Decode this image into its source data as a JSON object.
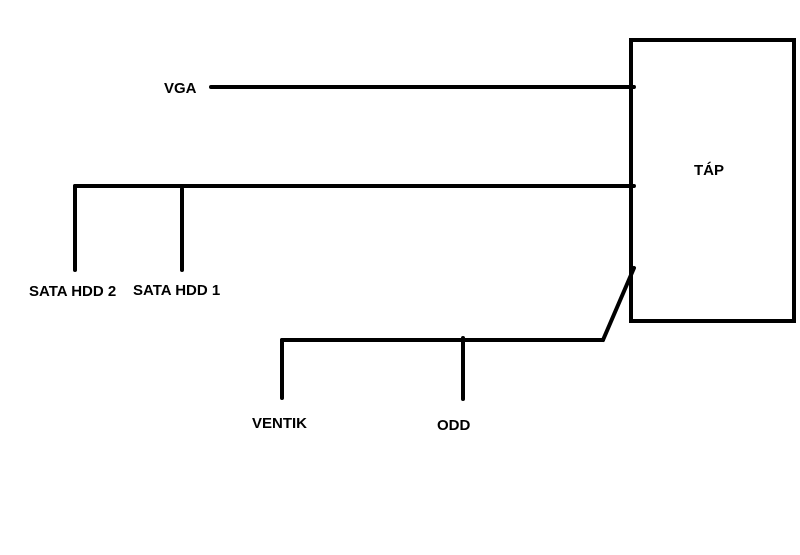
{
  "diagram": {
    "nodes": {
      "psu": "TÁP",
      "vga": "VGA",
      "sata_hdd_2": "SATA HDD 2",
      "sata_hdd_1": "SATA HDD 1",
      "ventik": "VENTIK",
      "odd": "ODD"
    },
    "edges": [
      {
        "from": "psu",
        "to": "vga"
      },
      {
        "from": "psu",
        "to": "sata_hdd_2"
      },
      {
        "from": "psu",
        "to": "sata_hdd_1"
      },
      {
        "from": "psu",
        "to": "ventik"
      },
      {
        "from": "psu",
        "to": "odd"
      }
    ],
    "colors": {
      "line": "#000000",
      "background": "#ffffff"
    }
  }
}
